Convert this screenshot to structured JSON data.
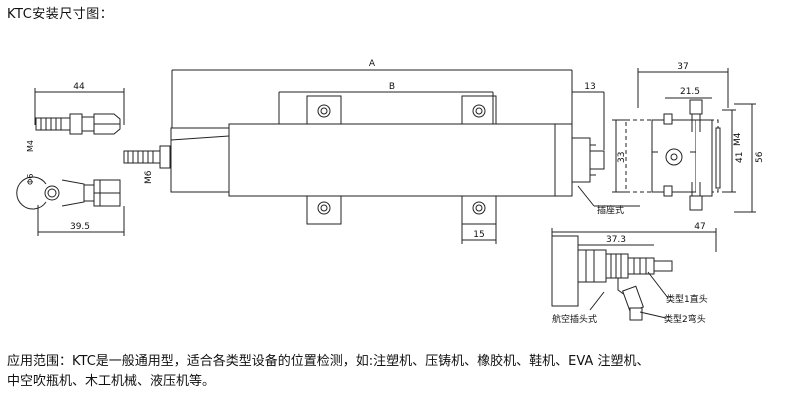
{
  "title": "KTC安装尺寸图：",
  "dimensions": {
    "a": "A",
    "b": "B",
    "d13": "13",
    "d15": "15",
    "d44": "44",
    "m4": "M4",
    "phi6": "Φ6",
    "d39_5": "39.5",
    "m6": "M6",
    "d37": "37",
    "d21_5": "21.5",
    "m4_right": "M4",
    "d33": "33",
    "d41": "41",
    "d56": "56",
    "d47": "47",
    "d37_3": "37.3"
  },
  "labels": {
    "plug_type": "插座式",
    "type1": "类型1直头",
    "type2": "类型2弯头",
    "aviation_plug": "航空插头式"
  },
  "description": {
    "line1": "应用范围：KTC是一般通用型，适合各类型设备的位置检测，如:注塑机、压铸机、橡胶机、鞋机、EVA 注塑机、",
    "line2": "中空吹瓶机、木工机械、液压机等。"
  }
}
